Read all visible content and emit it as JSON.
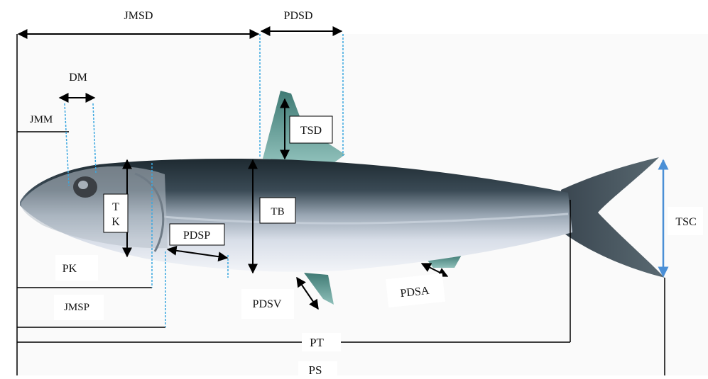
{
  "labels": {
    "jmsd": "JMSD",
    "pdsd": "PDSD",
    "dm": "DM",
    "jmm": "JMM",
    "tsd": "TSD",
    "tk_t": "T",
    "tk_k": "K",
    "tb": "TB",
    "tsc": "TSC",
    "pdsp": "PDSP",
    "pk": "PK",
    "jmsp": "JMSP",
    "pdsv": "PDSV",
    "pdsa": "PDSA",
    "pt": "PT",
    "ps": "PS"
  },
  "colors": {
    "arrow": "#000000",
    "guide": "#3aa7e0",
    "tsc_arrow": "#4a8fd6",
    "fish_back": "#2f3d45",
    "fish_mid": "#8e9aa6",
    "fish_belly": "#e8ecf2",
    "fin": "#5e9a94",
    "background": "#fafafa"
  }
}
